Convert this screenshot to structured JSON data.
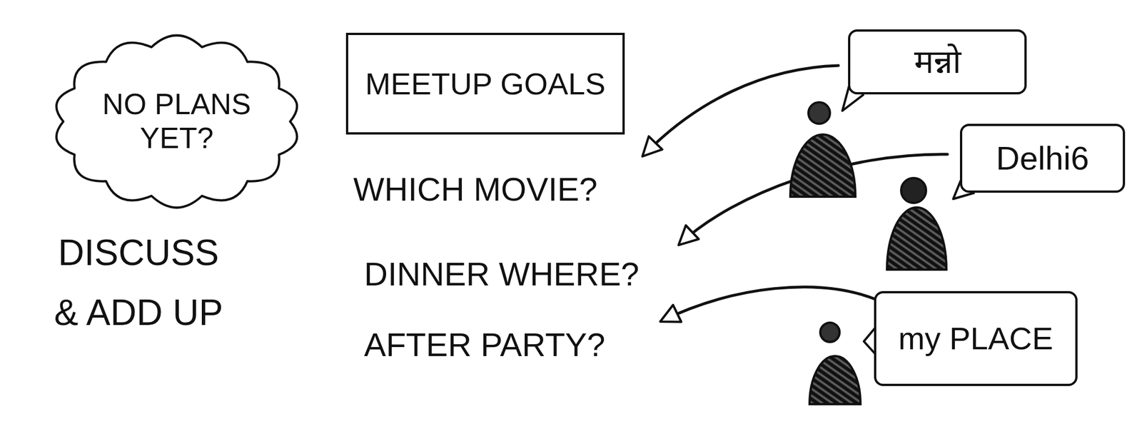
{
  "diagram": {
    "nodes": [
      {
        "text": [
          "NO PLANS YET?"
        ]
      },
      {
        "text": [
          "MEETUP GOALS"
        ]
      },
      {
        "text": [
          "मन्नो"
        ]
      },
      {
        "text": [
          "Delhi6"
        ]
      },
      {
        "text": [
          "my PLACE"
        ]
      }
    ],
    "labels": [
      "DISCUSS & ADD UP",
      "WHICH MOVIE?",
      "DINNER WHERE?",
      "AFTER PARTY?"
    ]
  }
}
